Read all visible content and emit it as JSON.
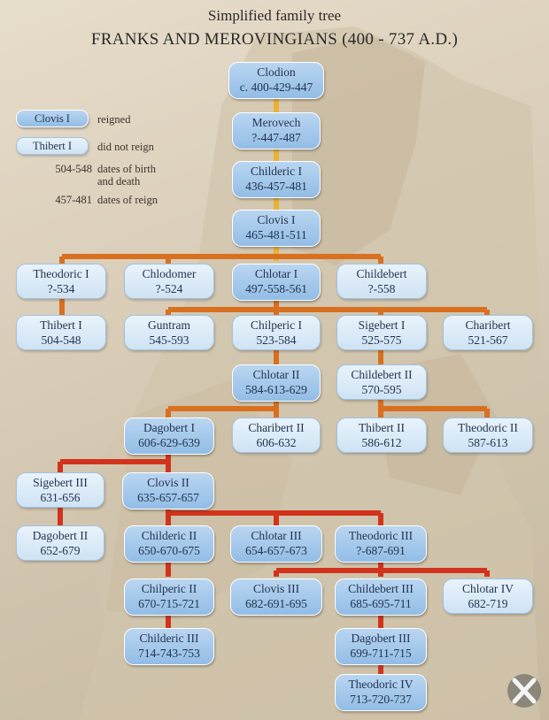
{
  "title": {
    "subtitle": "Simplified family tree",
    "main": "FRANKS AND MEROVINGIANS (400 - 737 A.D.)"
  },
  "legend": {
    "reigned_example": "Clovis I",
    "reigned_label": "reigned",
    "not_reigned_example": "Thibert I",
    "not_reigned_label": "did not reign",
    "birth_death_example": "504-548",
    "birth_death_label_1": "dates of birth",
    "birth_death_label_2": "and death",
    "reign_example": "457-481",
    "reign_label": "dates of reign"
  },
  "colors": {
    "line_gold": "#e9b233",
    "line_orange": "#d8701f",
    "line_red": "#d2331c",
    "node_reigned": "#a8cbee",
    "node_not_reigned": "#e3eff9"
  },
  "watermark_icon": "x-logo-icon",
  "people": {
    "clodion": {
      "name": "Clodion",
      "dates": "c. 400-429-447"
    },
    "merovech": {
      "name": "Merovech",
      "dates": "?-447-487"
    },
    "childeric1": {
      "name": "Childeric I",
      "dates": "436-457-481"
    },
    "clovis1": {
      "name": "Clovis I",
      "dates": "465-481-511"
    },
    "theodoric1": {
      "name": "Theodoric I",
      "dates": "?-534"
    },
    "chlodomer": {
      "name": "Chlodomer",
      "dates": "?-524"
    },
    "chlotar1": {
      "name": "Chlotar I",
      "dates": "497-558-561"
    },
    "childebert": {
      "name": "Childebert",
      "dates": "?-558"
    },
    "thibert1": {
      "name": "Thibert I",
      "dates": "504-548"
    },
    "guntram": {
      "name": "Guntram",
      "dates": "545-593"
    },
    "chilperic1": {
      "name": "Chilperic I",
      "dates": "523-584"
    },
    "sigebert1": {
      "name": "Sigebert I",
      "dates": "525-575"
    },
    "charibert": {
      "name": "Charibert",
      "dates": "521-567"
    },
    "chlotar2": {
      "name": "Chlotar II",
      "dates": "584-613-629"
    },
    "childebert2": {
      "name": "Childebert II",
      "dates": "570-595"
    },
    "dagobert1": {
      "name": "Dagobert I",
      "dates": "606-629-639"
    },
    "charibert2": {
      "name": "Charibert II",
      "dates": "606-632"
    },
    "thibert2": {
      "name": "Thibert II",
      "dates": "586-612"
    },
    "theodoric2": {
      "name": "Theodoric II",
      "dates": "587-613"
    },
    "sigebert3": {
      "name": "Sigebert III",
      "dates": "631-656"
    },
    "clovis2": {
      "name": "Clovis II",
      "dates": "635-657-657"
    },
    "dagobert2": {
      "name": "Dagobert II",
      "dates": "652-679"
    },
    "childeric2": {
      "name": "Childeric II",
      "dates": "650-670-675"
    },
    "chlotar3": {
      "name": "Chlotar III",
      "dates": "654-657-673"
    },
    "theodoric3": {
      "name": "Theodoric III",
      "dates": "?-687-691"
    },
    "chilperic2": {
      "name": "Chilperic II",
      "dates": "670-715-721"
    },
    "clovis3": {
      "name": "Clovis III",
      "dates": "682-691-695"
    },
    "childebert3": {
      "name": "Childebert III",
      "dates": "685-695-711"
    },
    "chlotar4": {
      "name": "Chlotar IV",
      "dates": "682-719"
    },
    "childeric3": {
      "name": "Childeric III",
      "dates": "714-743-753"
    },
    "dagobert3": {
      "name": "Dagobert III",
      "dates": "699-711-715"
    },
    "theodoric4": {
      "name": "Theodoric IV",
      "dates": "713-720-737"
    }
  }
}
